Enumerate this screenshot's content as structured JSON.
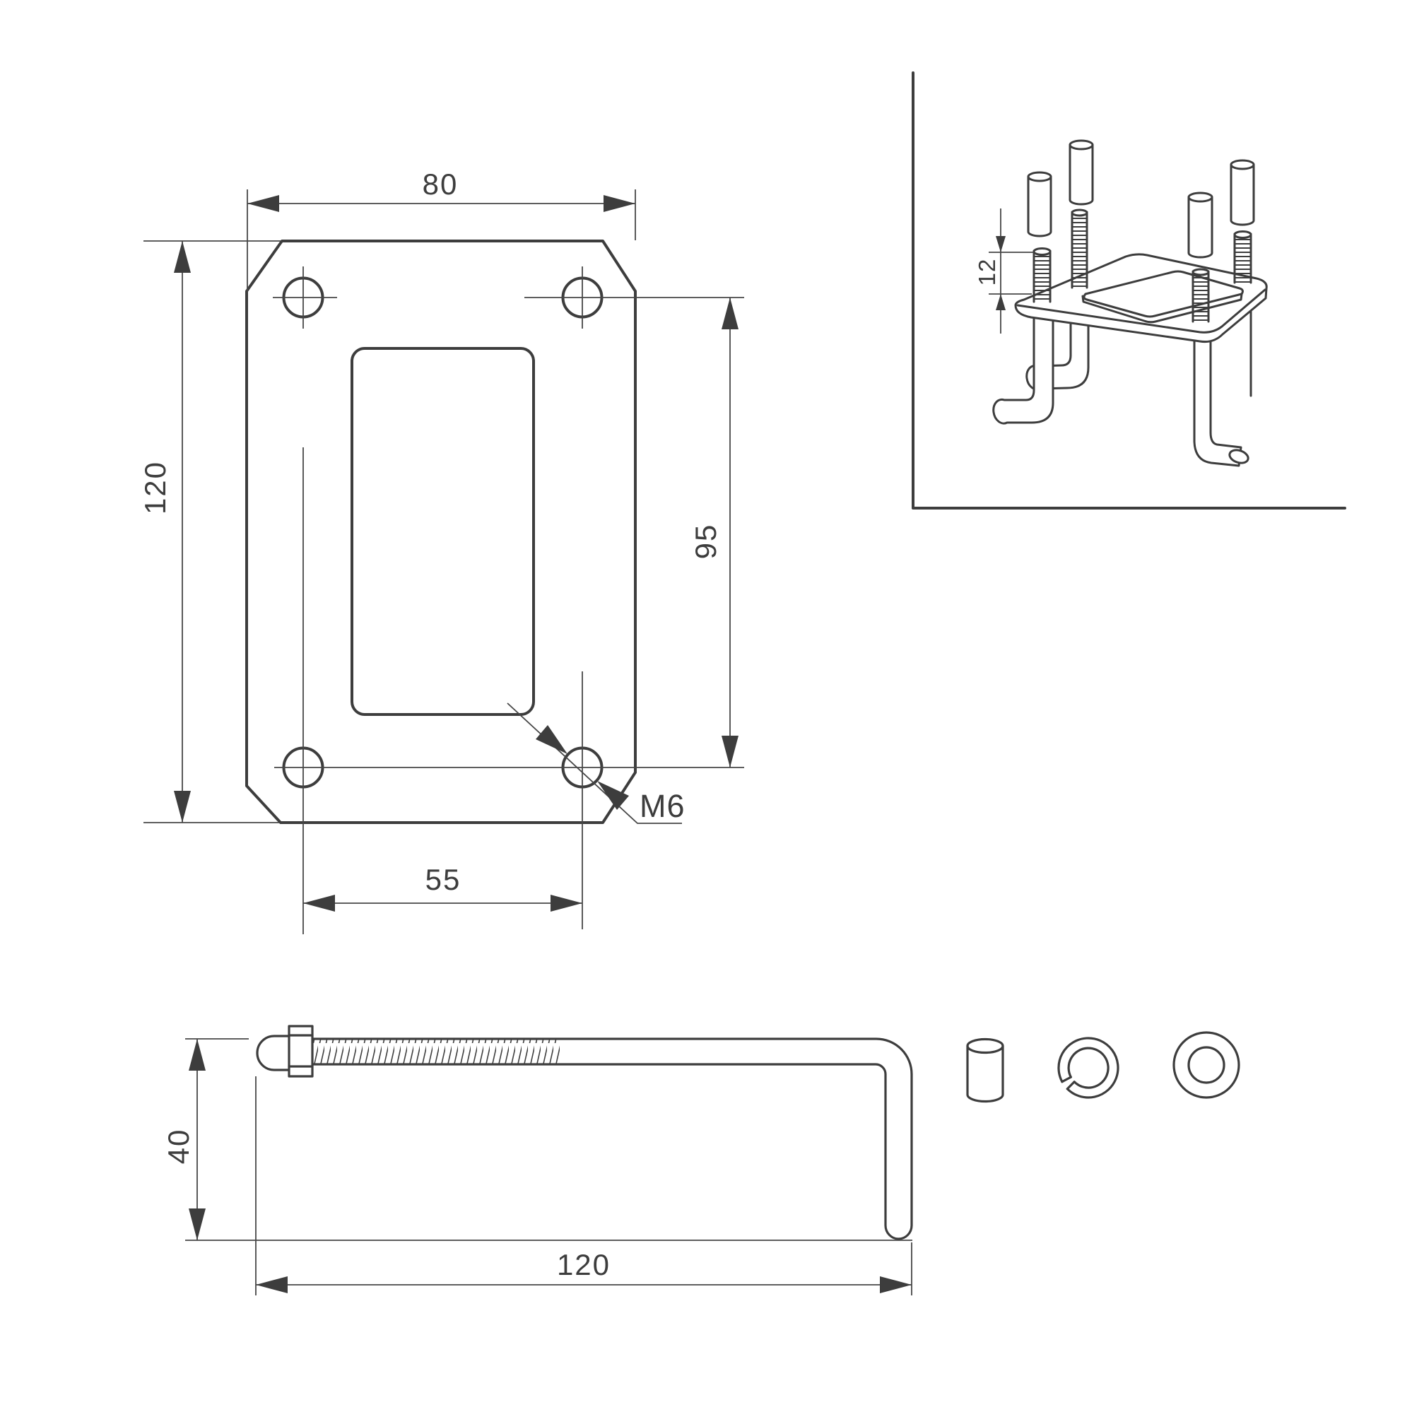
{
  "drawing": {
    "type": "technical-dimension-drawing",
    "colors": {
      "line": "#3d3d3d",
      "thin_line": "#474747",
      "background": "#ffffff"
    },
    "labels": {
      "plate_width": "80",
      "plate_height": "120",
      "hole_spacing_x": "55",
      "hole_spacing_y": "95",
      "thread": "M6",
      "stud_protrusion": "12",
      "leg_height": "40",
      "anchor_length": "120"
    }
  }
}
